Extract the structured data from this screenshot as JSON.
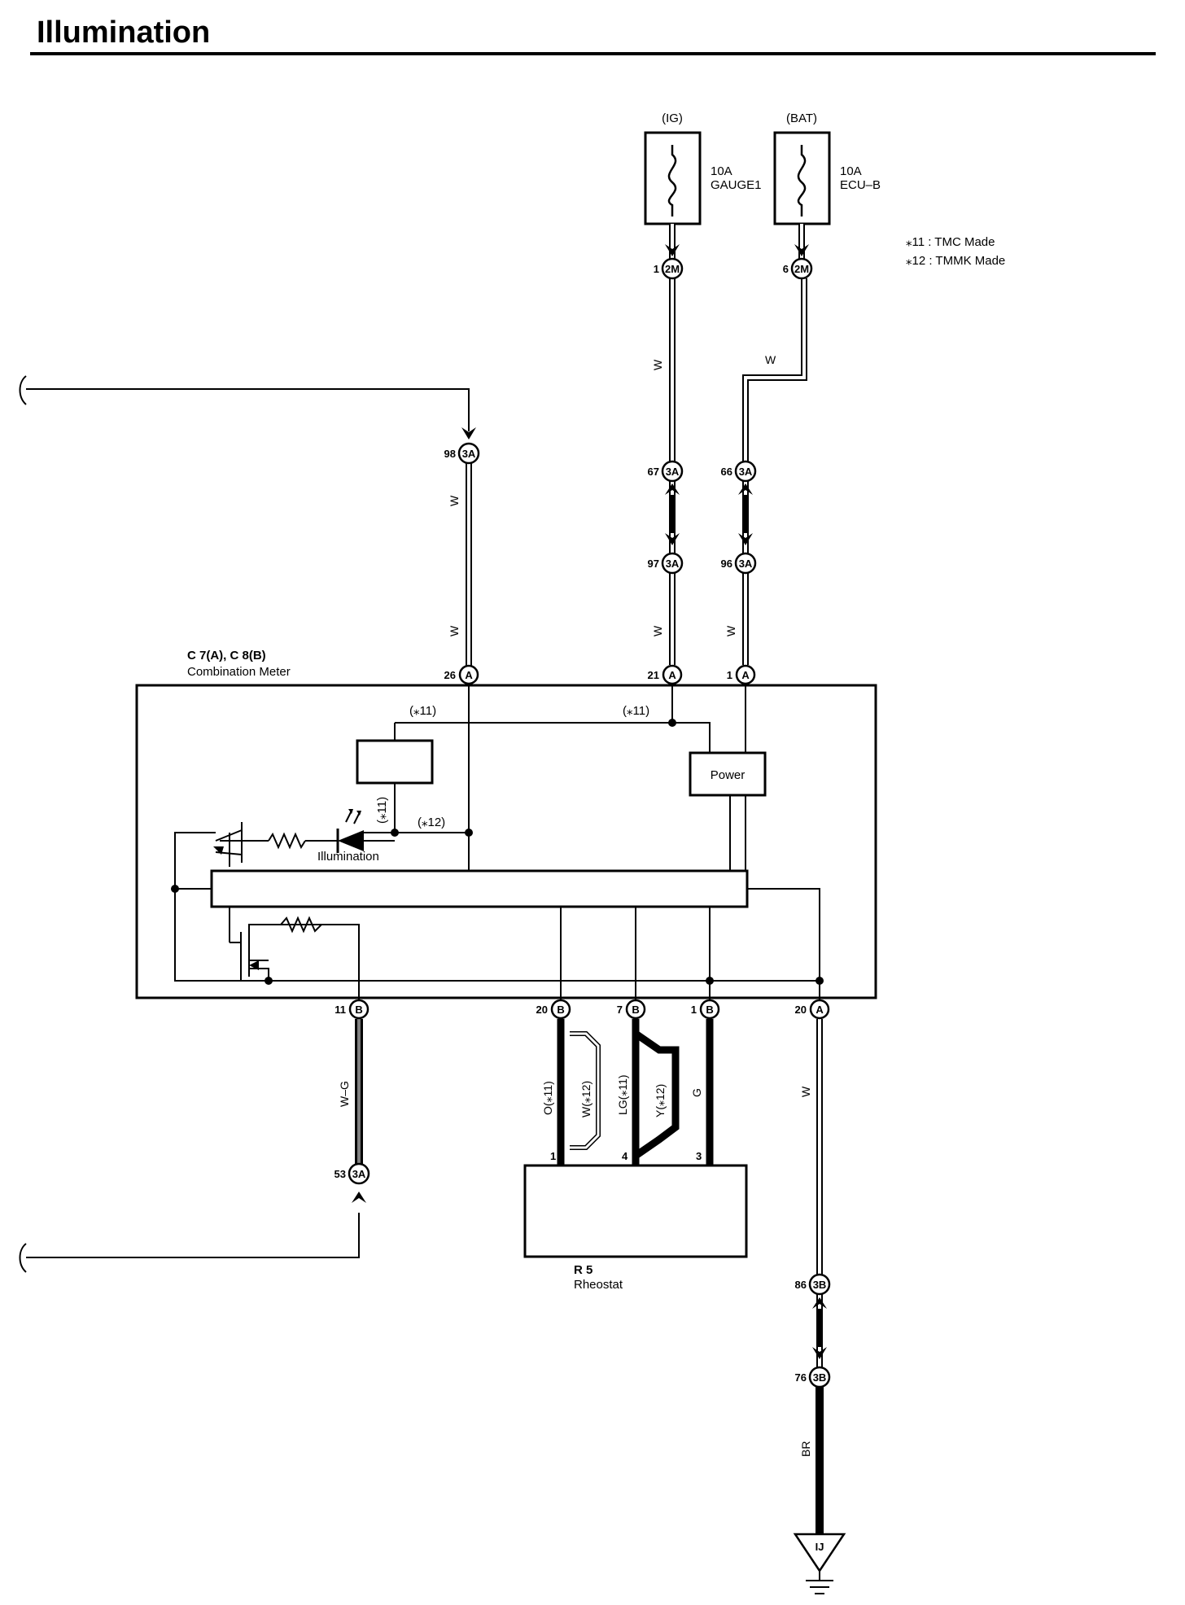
{
  "title": "Illumination",
  "fuses": [
    {
      "source": "(IG)",
      "amp": "10A",
      "name": "GAUGE1"
    },
    {
      "source": "(BAT)",
      "amp": "10A",
      "name": "ECU–B"
    }
  ],
  "notes": [
    "⁎11 : TMC Made",
    "⁎12 : TMMK Made"
  ],
  "connectors": {
    "c1": {
      "pin": "1",
      "id": "2M"
    },
    "c2": {
      "pin": "6",
      "id": "2M"
    },
    "c3": {
      "pin": "98",
      "id": "3A"
    },
    "c4": {
      "pin": "67",
      "id": "3A"
    },
    "c5": {
      "pin": "66",
      "id": "3A"
    },
    "c6": {
      "pin": "97",
      "id": "3A"
    },
    "c7": {
      "pin": "96",
      "id": "3A"
    },
    "c8": {
      "pin": "26",
      "id": "A"
    },
    "c9": {
      "pin": "21",
      "id": "A"
    },
    "c10": {
      "pin": "1",
      "id": "A"
    },
    "c11": {
      "pin": "11",
      "id": "B"
    },
    "c12": {
      "pin": "20",
      "id": "B"
    },
    "c13": {
      "pin": "7",
      "id": "B"
    },
    "c14": {
      "pin": "1",
      "id": "B"
    },
    "c15": {
      "pin": "20",
      "id": "A"
    },
    "c16": {
      "pin": "53",
      "id": "3A"
    },
    "c17": {
      "pin": "86",
      "id": "3B"
    },
    "c18": {
      "pin": "76",
      "id": "3B"
    }
  },
  "wires": {
    "w1": "W",
    "w2": "W",
    "w3": "W",
    "w4": "W",
    "w5": "W",
    "w6": "W",
    "w7": "W–G",
    "w8": "O(⁎11)",
    "w9": "W(⁎12)",
    "w10": "LG(⁎11)",
    "w11": "Y(⁎12)",
    "w12": "G",
    "w13": "W",
    "w14": "BR"
  },
  "meter": {
    "code": "C 7(A),  C 8(B)",
    "name": "Combination Meter",
    "power_label": "Power",
    "illumination_label": "Illumination",
    "note_top_left": "(⁎11)",
    "note_top_right": "(⁎11)",
    "note_vertical": "(⁎11)",
    "note_12": "(⁎12)"
  },
  "rheostat": {
    "code": "R 5",
    "name": "Rheostat",
    "pins": [
      "1",
      "4",
      "3"
    ]
  },
  "ground": {
    "id": "IJ"
  }
}
